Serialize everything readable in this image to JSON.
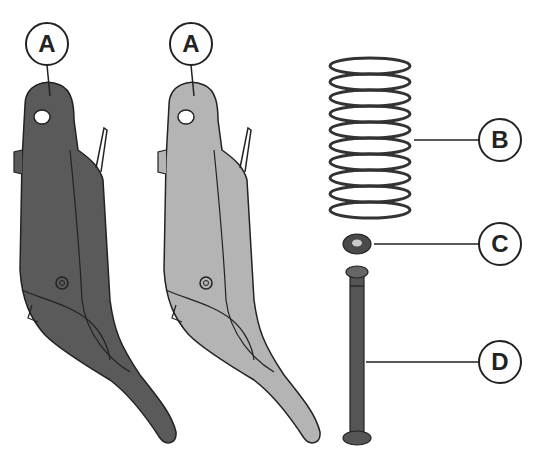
{
  "diagram": {
    "labels": [
      "A",
      "A",
      "B",
      "C",
      "D"
    ]
  }
}
